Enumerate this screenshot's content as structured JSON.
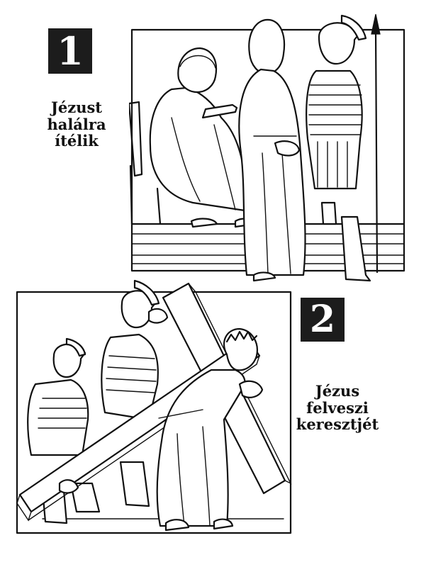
{
  "stations": [
    {
      "number": "1",
      "caption_lines": [
        "Jézust",
        "halálra",
        "ítélik"
      ]
    },
    {
      "number": "2",
      "caption_lines": [
        "Jézus",
        "felveszi",
        "keresztjét"
      ]
    }
  ],
  "colors": {
    "ink": "#111111",
    "number_box": "#1c1c1c",
    "paper": "#ffffff"
  }
}
